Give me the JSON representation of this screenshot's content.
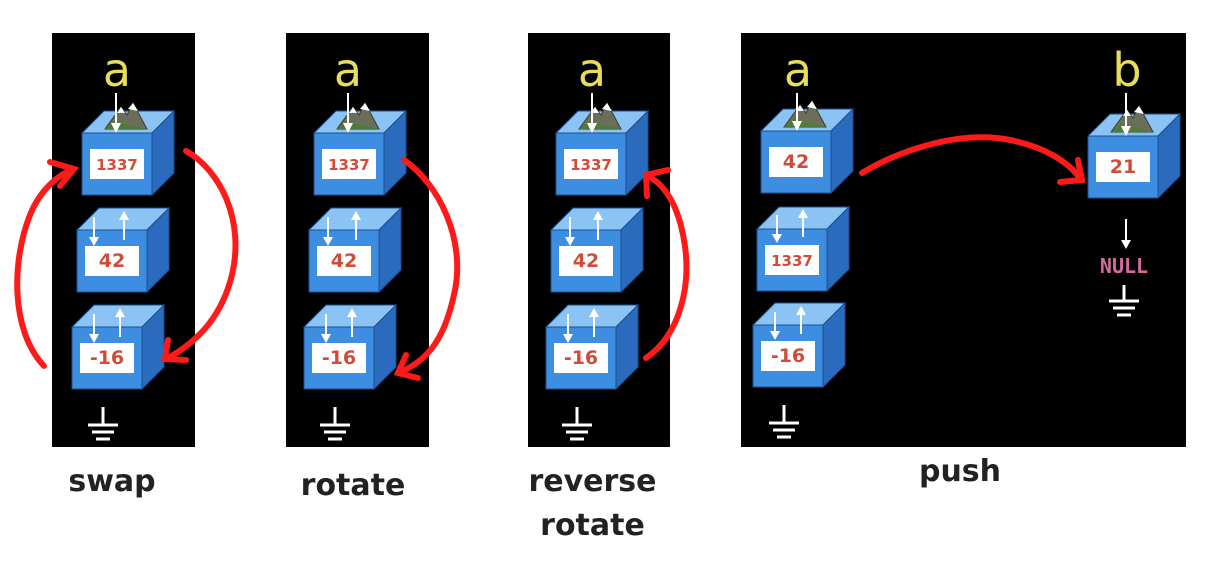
{
  "colors": {
    "panel_bg": "#000000",
    "cube_front": "#3d8de0",
    "cube_top": "#8cc3f5",
    "cube_side": "#2a6bbd",
    "value_text": "#d04c3a",
    "stack_label": "#e8dc5c",
    "annotation_arrow": "#ff1a1a",
    "null_text": "#d36aa0",
    "pointer": "#ffffff"
  },
  "panels": [
    {
      "id": "swap",
      "stacks": [
        {
          "label": "a",
          "nodes": [
            "1337",
            "42",
            "-16"
          ]
        }
      ],
      "caption": "swap"
    },
    {
      "id": "rotate",
      "stacks": [
        {
          "label": "a",
          "nodes": [
            "1337",
            "42",
            "-16"
          ]
        }
      ],
      "caption": "rotate"
    },
    {
      "id": "reverse-rotate",
      "stacks": [
        {
          "label": "a",
          "nodes": [
            "1337",
            "42",
            "-16"
          ]
        }
      ],
      "caption_lines": [
        "reverse",
        "rotate"
      ]
    },
    {
      "id": "push",
      "stacks": [
        {
          "label": "a",
          "nodes": [
            "42",
            "1337",
            "-16"
          ]
        },
        {
          "label": "b",
          "nodes": [
            "21"
          ],
          "terminator": "NULL"
        }
      ],
      "caption": "push"
    }
  ],
  "icons": [
    "mountain-icon",
    "ground-icon",
    "down-arrow-icon",
    "up-arrow-icon",
    "red-curved-arrow-icon"
  ]
}
